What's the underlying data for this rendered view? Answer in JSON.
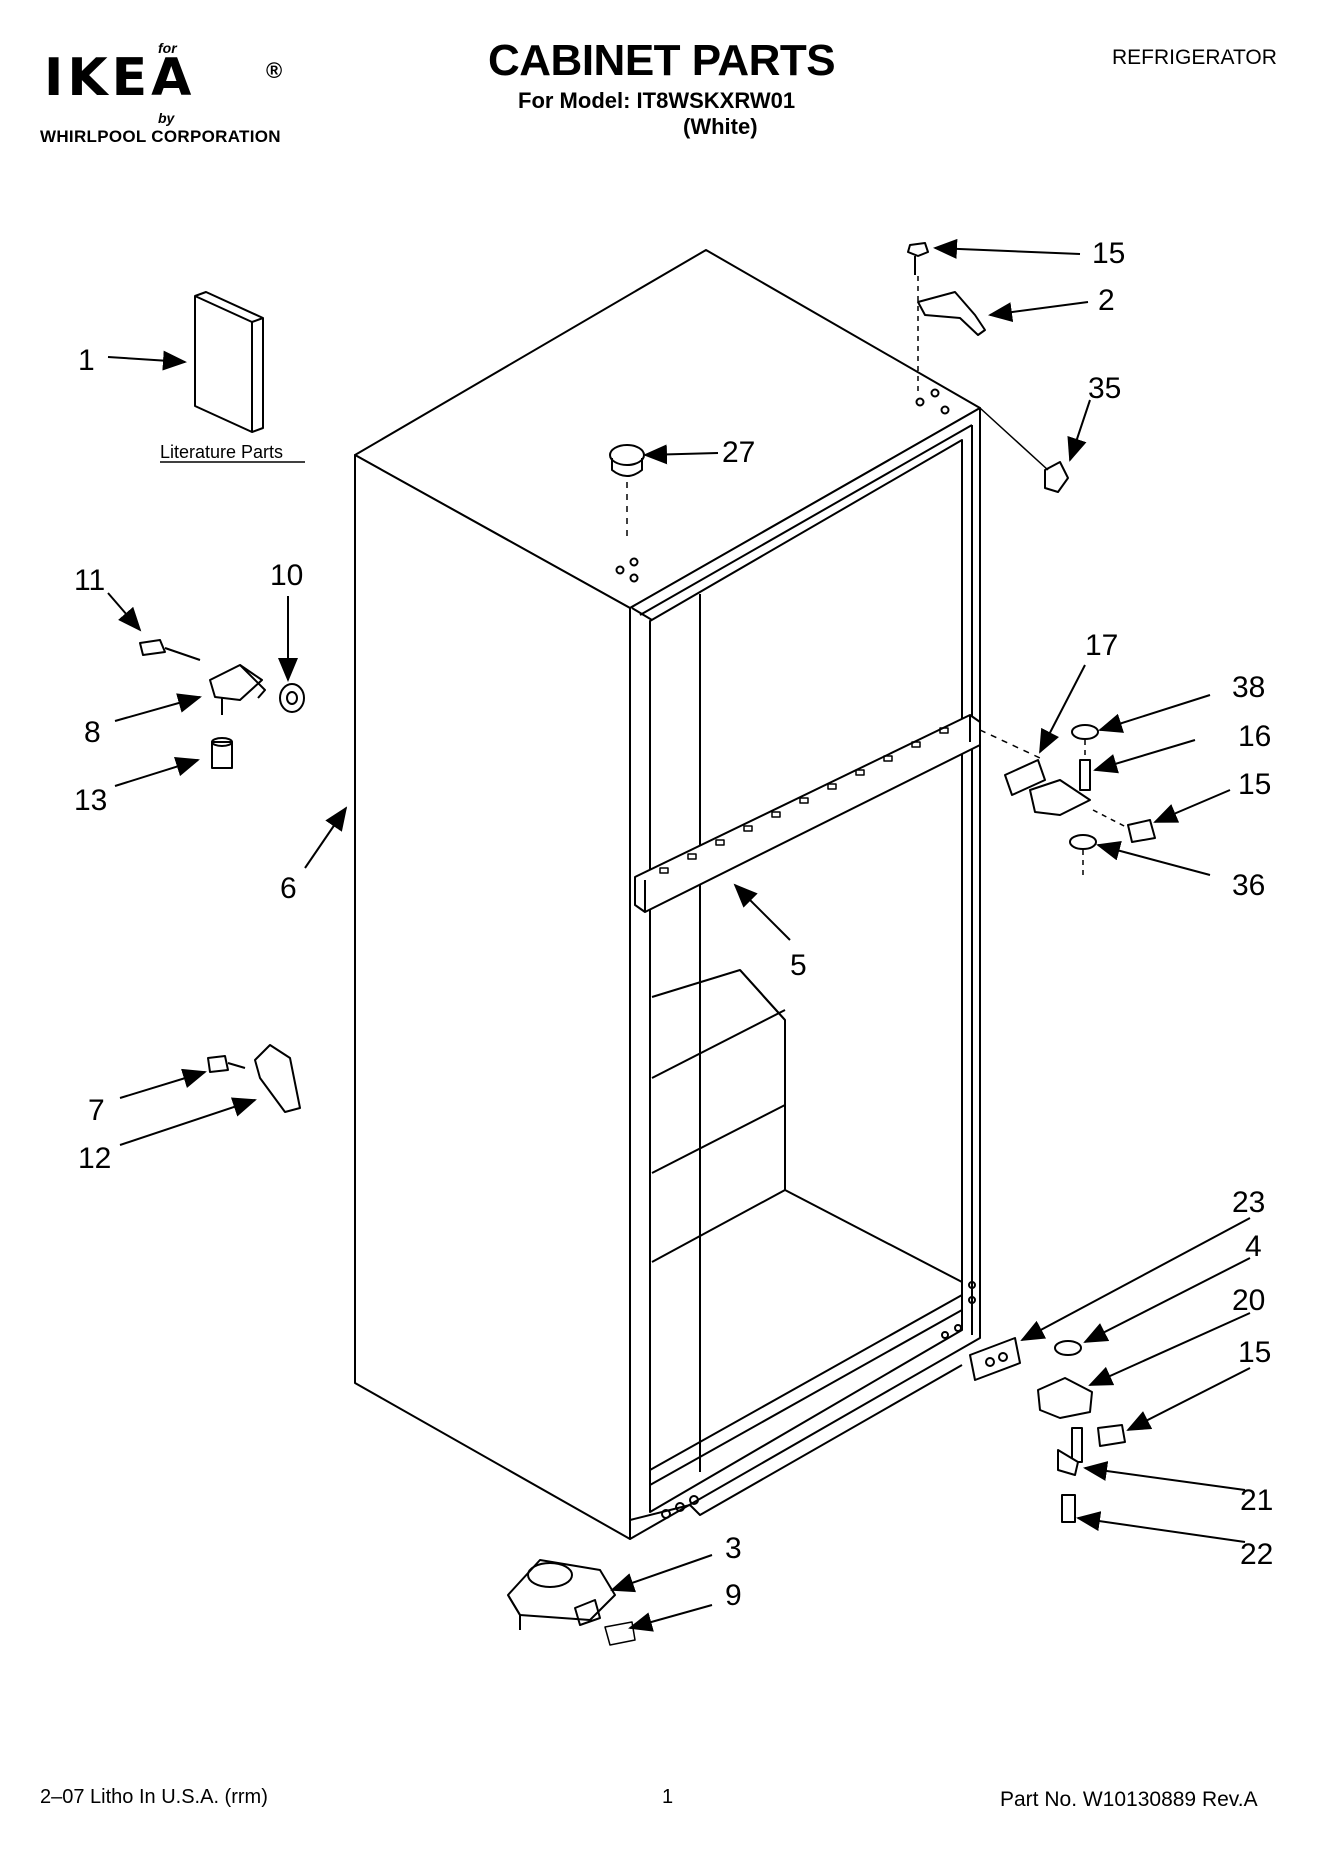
{
  "header": {
    "brand_for": "for",
    "brand_name": "IKEA",
    "brand_reg": "®",
    "brand_by": "by",
    "brand_corp": "WHIRLPOOL CORPORATION",
    "title": "CABINET PARTS",
    "model_line": "For Model: IT8WSKXRW01",
    "color_line": "(White)",
    "category": "REFRIGERATOR"
  },
  "diagram": {
    "literature_label": "Literature Parts",
    "callouts": [
      "1",
      "15",
      "2",
      "35",
      "27",
      "11",
      "10",
      "8",
      "13",
      "6",
      "17",
      "38",
      "16",
      "15",
      "36",
      "5",
      "7",
      "12",
      "23",
      "4",
      "20",
      "15",
      "21",
      "22",
      "3",
      "9"
    ]
  },
  "footer": {
    "litho": "2–07 Litho In U.S.A. (rrm)",
    "page": "1",
    "part_no": "Part No. W10130889 Rev.A"
  }
}
